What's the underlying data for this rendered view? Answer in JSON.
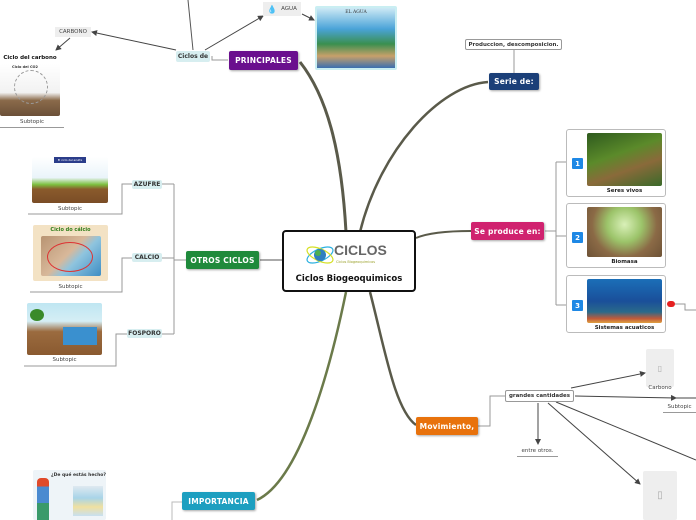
{
  "central": {
    "logo_text": "CICLOS",
    "logo_subtext": "Ciclos Biogeoquimicos",
    "title": "Ciclos Biogeoquimicos"
  },
  "principales": {
    "label": "PRINCIPALES",
    "color": "#6a0f8e",
    "ciclos_de": "Ciclos de",
    "carbono": "CARBONO",
    "carbono_image_title": "Ciclo del carbono",
    "carbono_image_subtitle": "Ciclo del CO2",
    "carbono_caption": "Subtopic",
    "agua": "AGUA",
    "agua_image_title": "EL AGUA"
  },
  "otros_ciclos": {
    "label": "OTROS CICLOS",
    "color": "#1f8a3b",
    "items": [
      {
        "label": "AZUFRE",
        "caption": "Subtopic",
        "image_title": "El ciclo del azufre"
      },
      {
        "label": "CALCIO",
        "caption": "Subtopic",
        "image_title": "Ciclo do cálcio"
      },
      {
        "label": "FOSPORO",
        "caption": "Subtopic",
        "image_title": ""
      }
    ]
  },
  "serie_de": {
    "label": "Serie de:",
    "color": "#1b3f78",
    "child": "Produccion, descomposicion."
  },
  "se_produce_en": {
    "label": "Se produce en:",
    "color": "#d0226f",
    "items": [
      {
        "number": "1",
        "caption": "Seres vivos"
      },
      {
        "number": "2",
        "caption": "Biomasa"
      },
      {
        "number": "3",
        "caption": "Sistemas acuaticos"
      }
    ]
  },
  "movimiento": {
    "label": "Movimiento,",
    "color": "#e8720c",
    "child": "grandes cantidades",
    "targets": {
      "carbono": "Carbono",
      "subtopic": "Subtopic",
      "entre_otros": "entre otros."
    }
  },
  "importancia": {
    "label": "IMPORTANCIA",
    "color": "#1d9fc0",
    "image_title": "¿De qué estás hecho?"
  }
}
